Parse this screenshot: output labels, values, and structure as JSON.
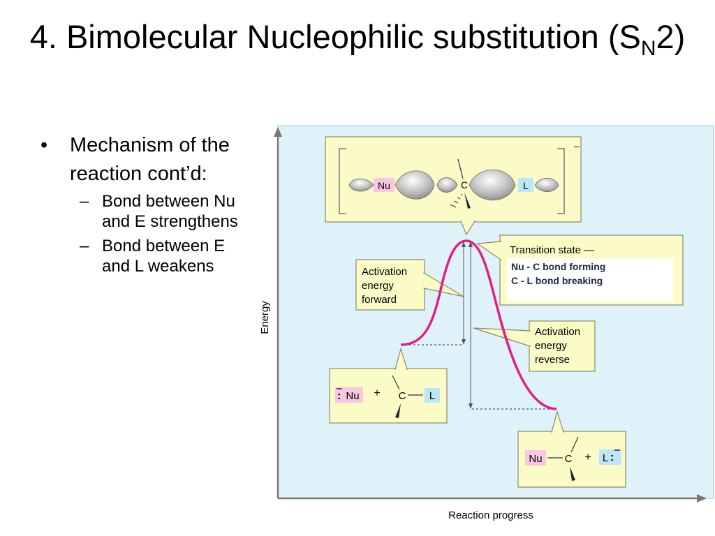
{
  "slide": {
    "title_main": "4. Bimolecular Nucleophilic substitution (S",
    "title_sub": "N",
    "title_end": "2)"
  },
  "bullets": [
    {
      "marker": "•",
      "text": "Mechanism of the reaction cont’d:",
      "subitems": [
        {
          "marker": "–",
          "text": "Bond between Nu and E strengthens"
        },
        {
          "marker": "–",
          "text": "Bond between E and L weakens"
        }
      ]
    }
  ],
  "figure": {
    "y_axis_label": "Energy",
    "x_axis_label": "Reaction progress",
    "transition_state_title": "Transition state —",
    "ts_line1": "Nu - C bond forming",
    "ts_line2": "C - L bond breaking",
    "activation_forward": [
      "Activation",
      "energy",
      "forward"
    ],
    "activation_reverse": [
      "Activation",
      "energy",
      "reverse"
    ],
    "ts_structure": {
      "nu_label": "Nu",
      "c_label": "C",
      "l_label": "L",
      "charge": "–"
    },
    "reactants": {
      "nu_label": "Nu",
      "plus": "+",
      "c_label": "C",
      "l_label": "L"
    },
    "products": {
      "nu_label": "Nu",
      "c_label": "C",
      "plus": "+",
      "l_label": "L"
    },
    "colors": {
      "panel_bg": "#dff2fa",
      "callout_bg": "#fbfbc7",
      "curve": "#e01f86",
      "nu_tag": "#f7c8df",
      "l_tag": "#bfe6f4",
      "axis": "#777777"
    }
  }
}
